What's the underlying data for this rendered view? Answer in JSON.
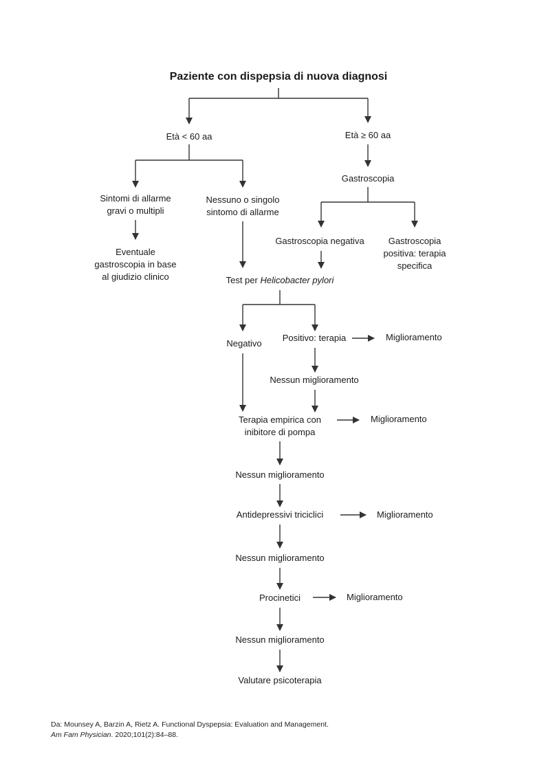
{
  "title": "Paziente con dispepsia di nuova diagnosi",
  "nodes": {
    "age_under": "Età < 60 aa",
    "age_over": "Età ≥ 60 aa",
    "gastroscopy": "Gastroscopia",
    "alarm_severe": [
      "Sintomi di allarme",
      "gravi o multipli"
    ],
    "alarm_none": [
      "Nessuno o singolo",
      "sintomo di allarme"
    ],
    "eventual_gastroscopy": [
      "Eventuale",
      "gastroscopia in base",
      "al giudizio clinico"
    ],
    "gastro_negative": "Gastroscopia negativa",
    "gastro_positive": [
      "Gastroscopia",
      "positiva: terapia",
      "specifica"
    ],
    "hp_test_prefix": "Test per ",
    "hp_test_italic": "Helicobacter pylori",
    "negative": "Negativo",
    "positive_therapy": "Positivo: terapia",
    "no_improvement": "Nessun miglioramento",
    "improvement": "Miglioramento",
    "ppi_therapy": [
      "Terapia empirica con",
      "inibitore di pompa"
    ],
    "tricyclics": "Antidepressivi triciclici",
    "prokinetics": "Procinetici",
    "psychotherapy": "Valutare psicoterapia"
  },
  "reference": {
    "line1": "Da: Mounsey A, Barzin A, Rietz A. Functional Dyspepsia: Evaluation and Management.",
    "journal": "Am Fam Physician",
    "citation": ". 2020;101(2):84–88."
  }
}
